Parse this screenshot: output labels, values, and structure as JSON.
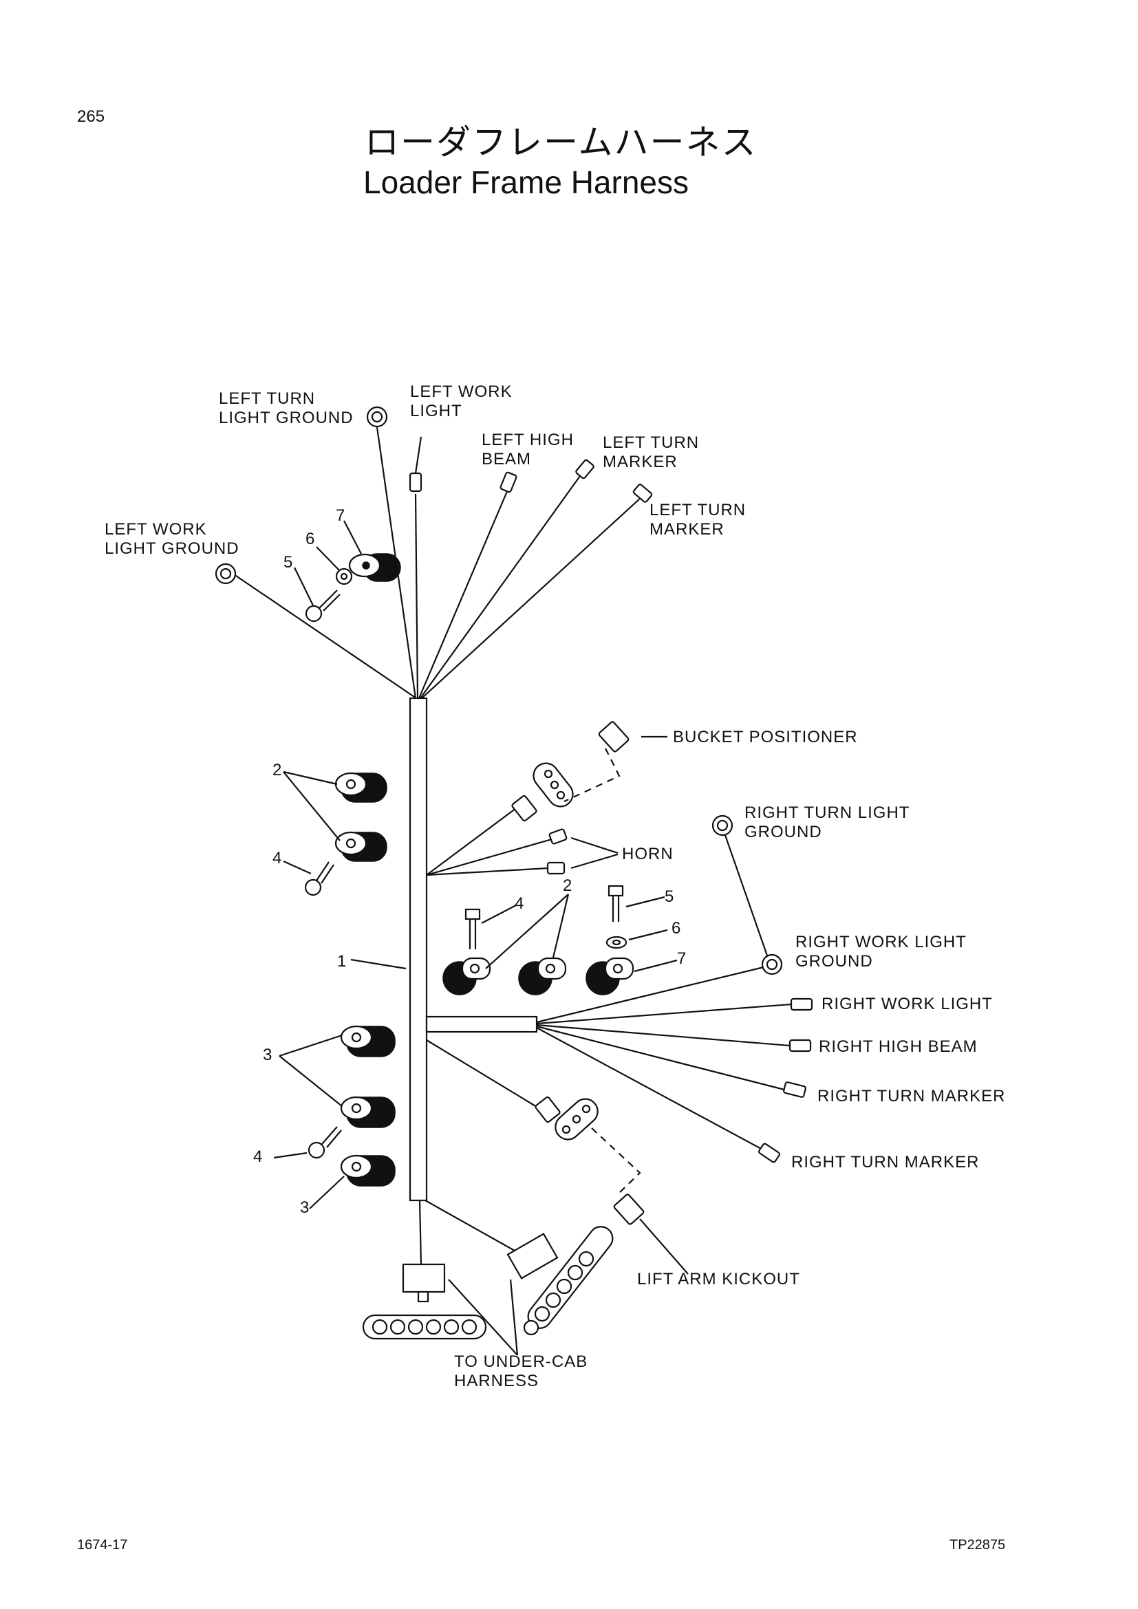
{
  "header": {
    "page_number": "265",
    "title_jp": "ローダフレームハーネス",
    "title_en": "Loader Frame Harness"
  },
  "labels": {
    "left_turn_light_ground": [
      "LEFT TURN",
      "LIGHT GROUND"
    ],
    "left_work_light": [
      "LEFT WORK",
      "LIGHT"
    ],
    "left_high_beam": [
      "LEFT HIGH",
      "BEAM"
    ],
    "left_turn_marker_1": [
      "LEFT TURN",
      "MARKER"
    ],
    "left_turn_marker_2": [
      "LEFT TURN",
      "MARKER"
    ],
    "left_work_light_ground": [
      "LEFT WORK",
      "LIGHT GROUND"
    ],
    "bucket_positioner": "BUCKET POSITIONER",
    "horn": "HORN",
    "right_turn_light_ground": [
      "RIGHT TURN LIGHT",
      "GROUND"
    ],
    "right_work_light_ground": [
      "RIGHT WORK LIGHT",
      "GROUND"
    ],
    "right_work_light": "RIGHT WORK LIGHT",
    "right_high_beam": "RIGHT HIGH BEAM",
    "right_turn_marker_1": "RIGHT TURN MARKER",
    "right_turn_marker_2": "RIGHT TURN MARKER",
    "lift_arm_kickout": "LIFT ARM KICKOUT",
    "to_under_cab_harness": [
      "TO UNDER-CAB",
      "HARNESS"
    ]
  },
  "callouts": {
    "part_1": "1",
    "part_2a": "2",
    "part_2b": "2",
    "part_3a": "3",
    "part_3b": "3",
    "part_4a": "4",
    "part_4b": "4",
    "part_4c": "4",
    "part_5a": "5",
    "part_5b": "5",
    "part_6a": "6",
    "part_6b": "6",
    "part_7a": "7",
    "part_7b": "7"
  },
  "footer": {
    "left_code": "1674-17",
    "right_code": "TP22875"
  }
}
